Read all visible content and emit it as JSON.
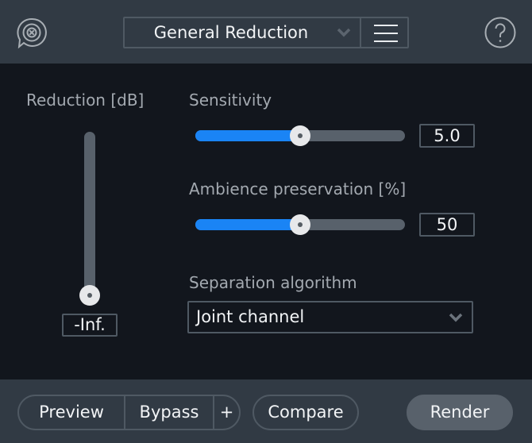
{
  "header": {
    "logo_icon": "speech-bubble-target-icon",
    "preset": {
      "selected": "General Reduction",
      "chevron_icon": "chevron-down-icon",
      "menu_icon": "hamburger-menu-icon"
    },
    "help_icon": "question-circle-icon"
  },
  "controls": {
    "reduction": {
      "label": "Reduction [dB]",
      "value": "-Inf.",
      "position_pct": 0,
      "orientation": "vertical"
    },
    "sensitivity": {
      "label": "Sensitivity",
      "value": "5.0",
      "position_pct": 50
    },
    "ambience": {
      "label": "Ambience preservation [%]",
      "value": "50",
      "position_pct": 50
    },
    "separation": {
      "label": "Separation algorithm",
      "selected": "Joint channel",
      "chevron_icon": "chevron-down-icon"
    }
  },
  "footer": {
    "preview_label": "Preview",
    "bypass_label": "Bypass",
    "add_label": "+",
    "compare_label": "Compare",
    "render_label": "Render"
  },
  "colors": {
    "accent": "#1a84f5",
    "header_bg": "#313a44",
    "panel_bg": "#12161d",
    "track": "#58616b",
    "border": "#4f5963",
    "thumb": "#e7e8ea",
    "label_text": "#a3a9b0"
  }
}
